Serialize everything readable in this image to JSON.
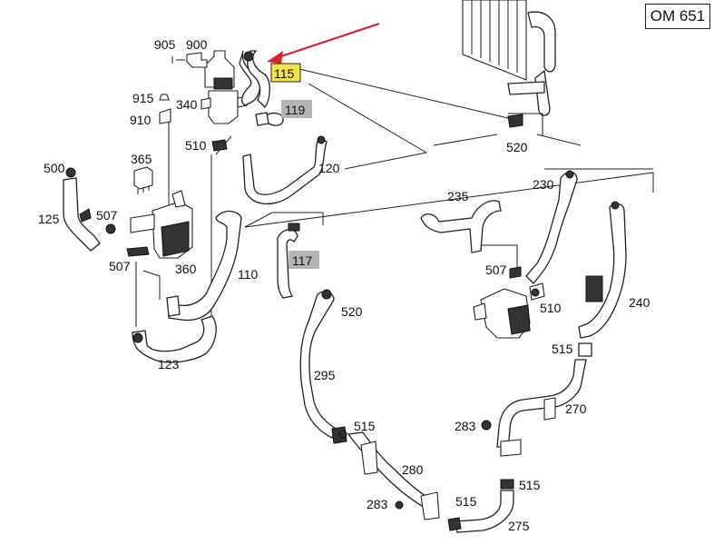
{
  "engine_label": "OM 651",
  "highlight_color": "#f5e14a",
  "grey_tag_color": "#b5b5b5",
  "arrow_color": "#e0202a",
  "labels": {
    "p905": "905",
    "p900": "900",
    "p915": "915",
    "p340": "340",
    "p910": "910",
    "p115": "115",
    "p119": "119",
    "p510a": "510",
    "p520a": "520",
    "p120": "120",
    "p365": "365",
    "p500": "500",
    "p125": "125",
    "p507a": "507",
    "p507b": "507",
    "p360": "360",
    "p110": "110",
    "p117": "117",
    "p235": "235",
    "p230": "230",
    "p507c": "507",
    "p510b": "510",
    "p240": "240",
    "p520b": "520",
    "p295": "295",
    "p515a": "515",
    "p515b": "515",
    "p123": "123",
    "p283a": "283",
    "p270": "270",
    "p280": "280",
    "p515c": "515",
    "p283b": "283",
    "p515d": "515",
    "p275": "275"
  }
}
